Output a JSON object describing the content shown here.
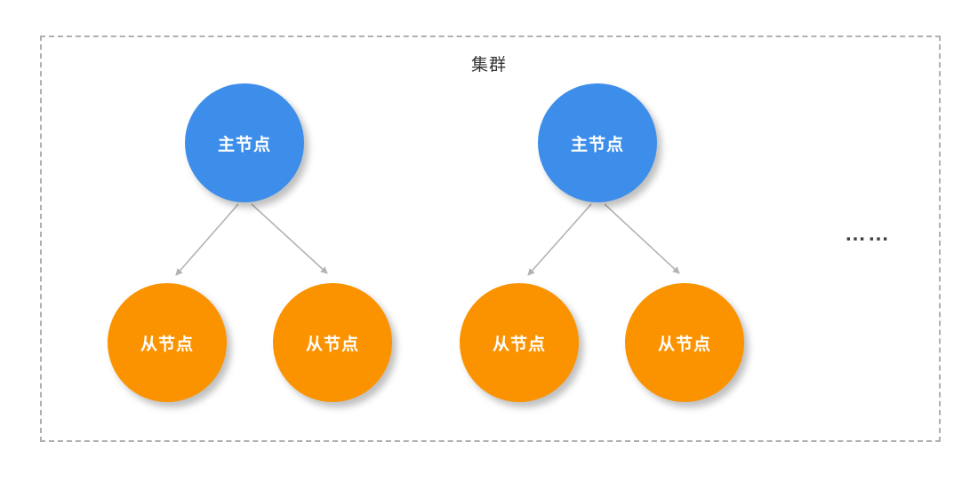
{
  "diagram": {
    "cluster_label": "集群",
    "ellipsis": "……",
    "colors": {
      "master_node": "#3d8eea",
      "slave_node": "#fb9300",
      "arrow": "#b3b3b3",
      "cluster_border": "#b0b0b0"
    },
    "nodes": {
      "master1": {
        "label": "主节点",
        "type": "master"
      },
      "master2": {
        "label": "主节点",
        "type": "master"
      },
      "slave1": {
        "label": "从节点",
        "type": "slave"
      },
      "slave2": {
        "label": "从节点",
        "type": "slave"
      },
      "slave3": {
        "label": "从节点",
        "type": "slave"
      },
      "slave4": {
        "label": "从节点",
        "type": "slave"
      }
    },
    "edges": [
      {
        "from": "master1",
        "to": "slave1"
      },
      {
        "from": "master1",
        "to": "slave2"
      },
      {
        "from": "master2",
        "to": "slave3"
      },
      {
        "from": "master2",
        "to": "slave4"
      }
    ]
  }
}
